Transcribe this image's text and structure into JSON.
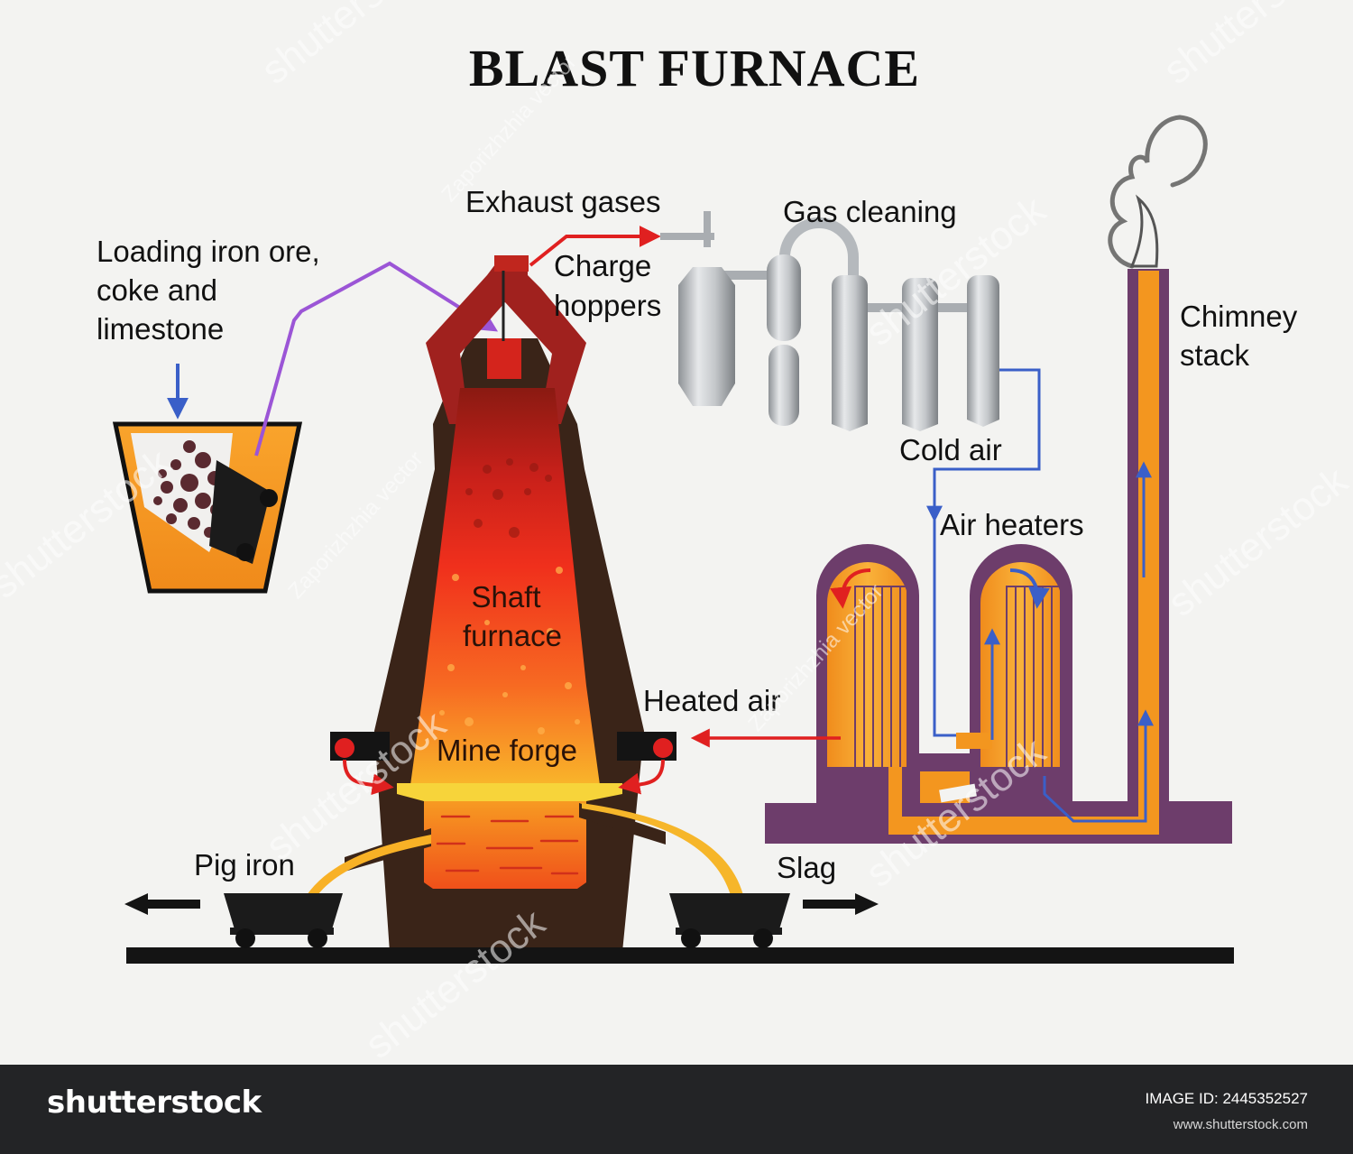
{
  "title": "BLAST FURNACE",
  "labels": {
    "loading_line1": "Loading iron ore,",
    "loading_line2": "coke and",
    "loading_line3": "limestone",
    "exhaust_gases": "Exhaust gases",
    "charge": "Charge",
    "hoppers": "hoppers",
    "gas_cleaning": "Gas cleaning",
    "chimney": "Chimney",
    "stack": "stack",
    "cold_air": "Cold air",
    "air_heaters": "Air heaters",
    "shaft": "Shaft",
    "furnace": "furnace",
    "heated_air": "Heated air",
    "mine_forge": "Mine forge",
    "pig_iron": "Pig iron",
    "slag": "Slag"
  },
  "watermarks": {
    "credit": "Zaporizhzhia vector",
    "brand": "shutterstock"
  },
  "footer": {
    "brand": "shutterstock",
    "image_id": "IMAGE ID: 2445352527",
    "site": "www.shutterstock.com"
  },
  "colors": {
    "background": "#f3f3f1",
    "furnace_dark": "#3a2418",
    "hot_red": "#e0261a",
    "molten_orange": "#f6a020",
    "heater_purple": "#6d3d6b",
    "arrow_purple": "#9b55d6",
    "arrow_blue": "#3a5fc8",
    "arrow_red": "#e02020",
    "steel": "#b8bcc0",
    "footer": "#232426"
  }
}
